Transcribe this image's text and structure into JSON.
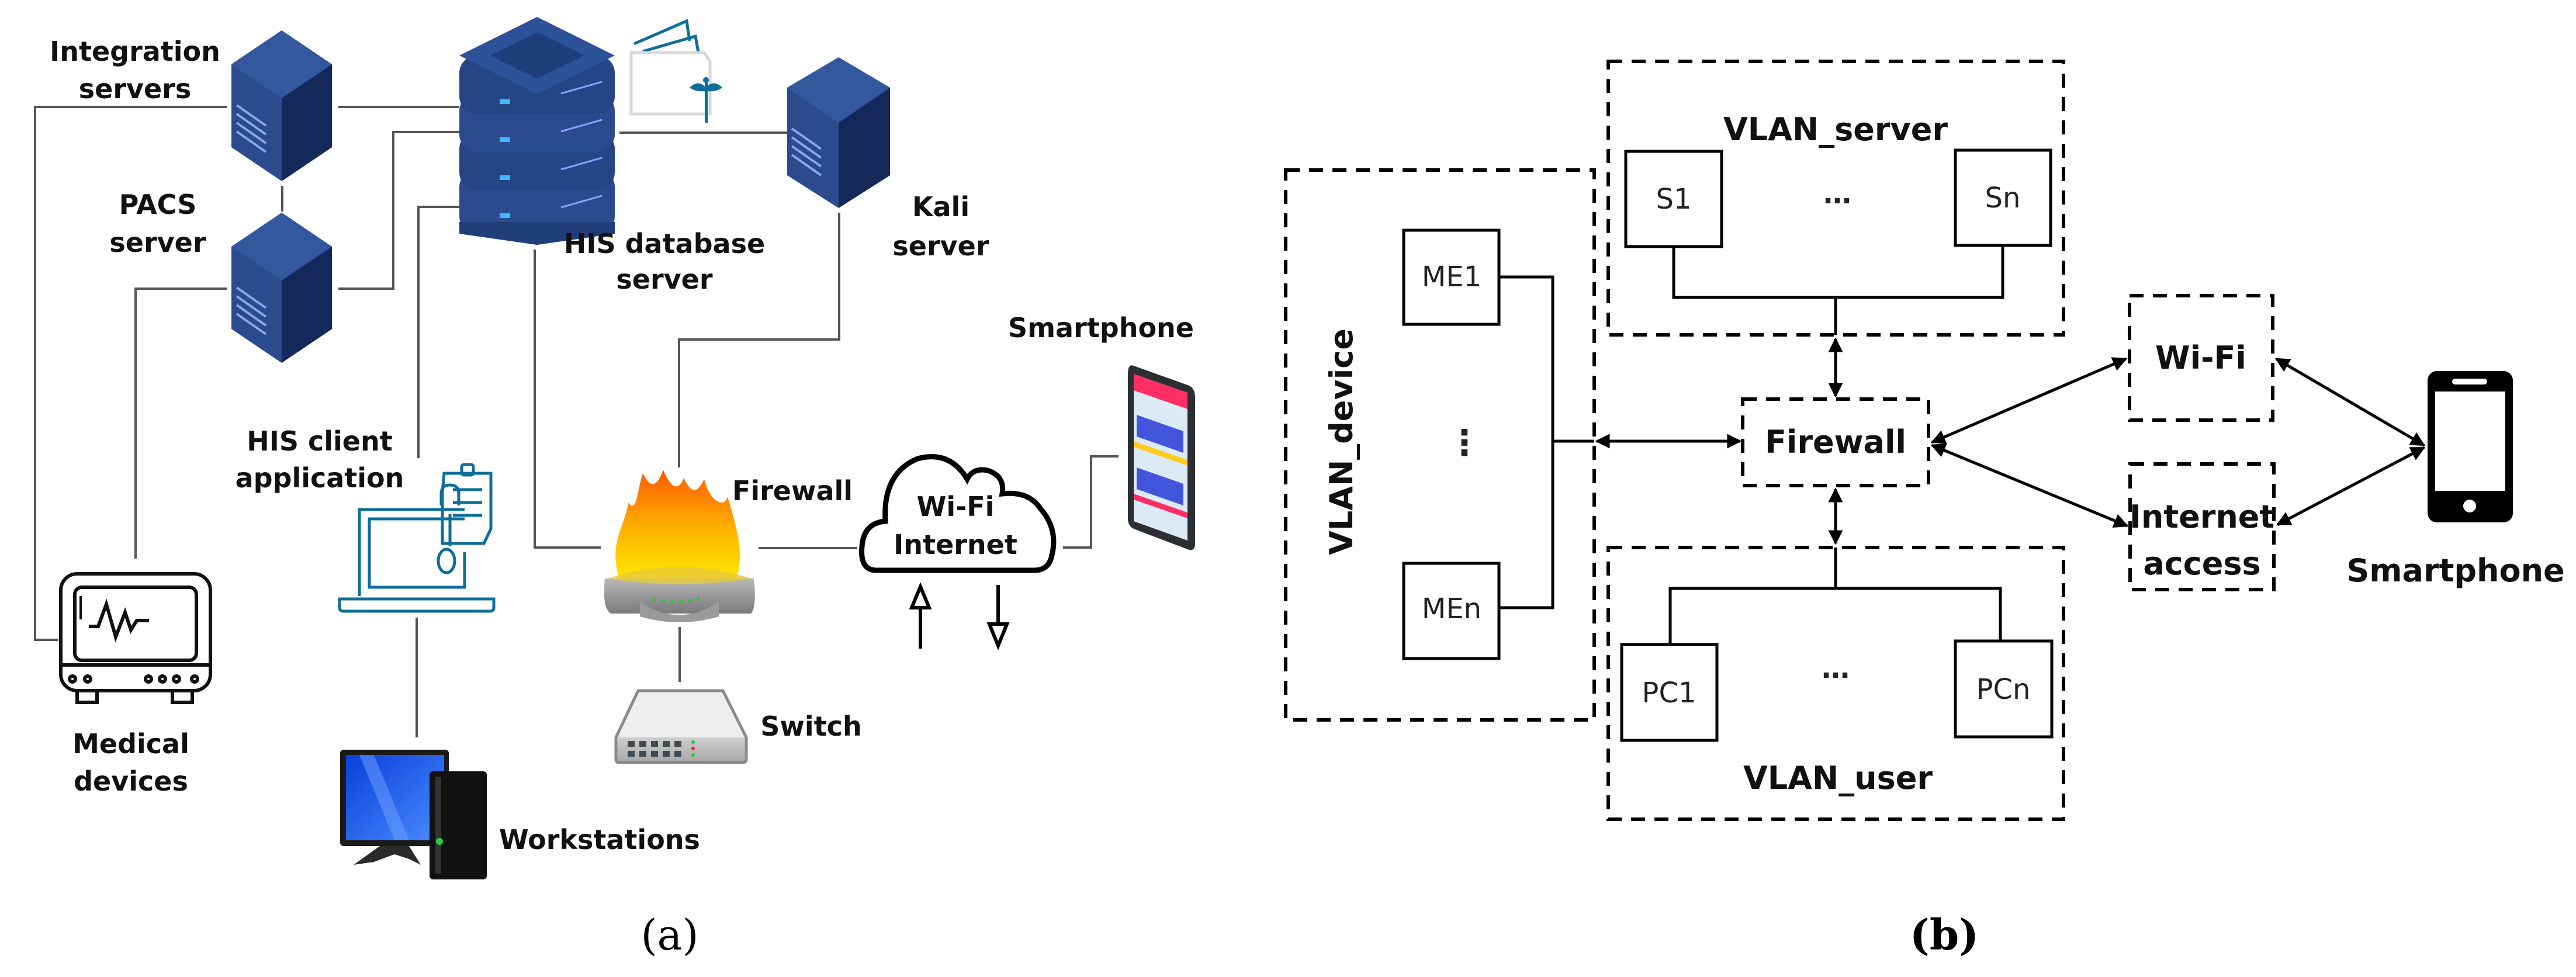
{
  "figure": {
    "panel_a": {
      "caption": "(a)",
      "labels": {
        "integration_line1": "Integration",
        "integration_line2": "servers",
        "pacs_line1": "PACS",
        "pacs_line2": "server",
        "his_db_line1": "HIS database",
        "his_db_line2": "server",
        "kali_line1": "Kali",
        "kali_line2": "server",
        "smartphone": "Smartphone",
        "his_client_line1": "HIS client",
        "his_client_line2": "application",
        "firewall": "Firewall",
        "cloud_line1": "Wi-Fi",
        "cloud_line2": "Internet",
        "medical_line1": "Medical",
        "medical_line2": "devices",
        "switch": "Switch",
        "workstations": "Workstations"
      },
      "icons": [
        "server-tower-icon",
        "server-stack-icon",
        "medical-folder-icon",
        "firewall-icon",
        "cloud-icon",
        "smartphone-icon",
        "laptop-clipboard-icon",
        "medical-monitor-icon",
        "switch-icon",
        "workstation-icon",
        "upload-arrow-icon",
        "download-arrow-icon"
      ],
      "colors": {
        "server_blue": "#2a4b8d",
        "server_dark": "#1a3266",
        "accent_teal": "#0e6e9a",
        "flame_orange": "#ff7a00",
        "flame_yellow": "#ffd500",
        "screen_blue": "#1f5fe0"
      }
    },
    "panel_b": {
      "caption": "(b)",
      "groups": {
        "vlan_server": "VLAN_server",
        "vlan_device": "VLAN_device",
        "vlan_user": "VLAN_user"
      },
      "nodes": {
        "s1": "S1",
        "sn": "Sn",
        "me1": "ME1",
        "men": "MEn",
        "pc1": "PC1",
        "pcn": "PCn",
        "ellipsis": "…",
        "vellipsis": "⋮"
      },
      "firewall": "Firewall",
      "wifi": "Wi-Fi",
      "internet_line1": "Internet",
      "internet_line2": "access",
      "smartphone": "Smartphone"
    }
  }
}
